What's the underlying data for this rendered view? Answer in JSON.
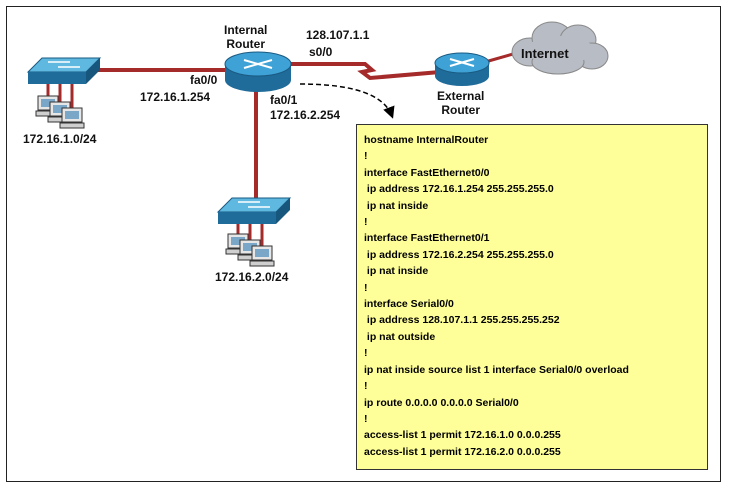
{
  "colors": {
    "link": "#a52a2a",
    "device_blue": "#2a7fb0",
    "config_bg": "#ffff99",
    "cloud": "#b8bcc4"
  },
  "labels": {
    "internal_router": "Internal\nRouter",
    "external_router": "External\nRouter",
    "internet": "Internet",
    "serial_ip": "128.107.1.1",
    "serial_if": "s0/0",
    "fa00_if": "fa0/0",
    "fa00_ip": "172.16.1.254",
    "fa01_if": "fa0/1",
    "fa01_ip": "172.16.2.254",
    "lan1": "172.16.1.0/24",
    "lan2": "172.16.2.0/24"
  },
  "config_lines": [
    "hostname InternalRouter",
    "!",
    "interface FastEthernet0/0",
    " ip address 172.16.1.254 255.255.255.0",
    " ip nat inside",
    "!",
    "interface FastEthernet0/1",
    " ip address 172.16.2.254 255.255.255.0",
    " ip nat inside",
    "!",
    "interface Serial0/0",
    " ip address 128.107.1.1 255.255.255.252",
    " ip nat outside",
    "!",
    "ip nat inside source list 1 interface Serial0/0 overload",
    "!",
    "ip route 0.0.0.0 0.0.0.0 Serial0/0",
    "!",
    "access-list 1 permit 172.16.1.0 0.0.0.255",
    "access-list 1 permit 172.16.2.0 0.0.0.255"
  ]
}
